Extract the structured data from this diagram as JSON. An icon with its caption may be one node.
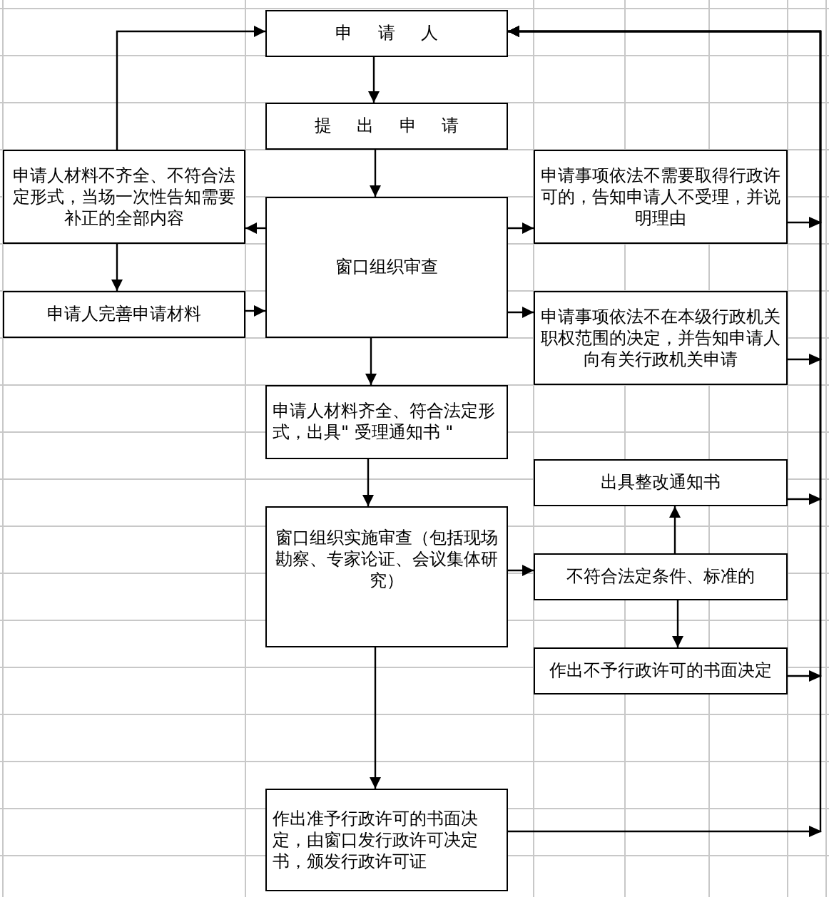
{
  "diagram": {
    "nodes": [
      {
        "text": [
          "申 请 人"
        ]
      },
      {
        "text": [
          "提 出 申 请"
        ]
      },
      {
        "text": [
          "申请人材料不齐全、不符合法定形式，当场一次性告知需要补正的全部内容"
        ]
      },
      {
        "text": [
          "窗口组织审查"
        ]
      },
      {
        "text": [
          "申请事项依法不需要取得行政许可的，告知申请人不受理，并说明理由"
        ]
      },
      {
        "text": [
          "申请人完善申请材料"
        ]
      },
      {
        "text": [
          "申请事项依法不在本级行政机关职权范围的决定，并告知申请人向有关行政机关申请"
        ]
      },
      {
        "text": [
          "申请人材料齐全、符合法定形式，出具\" 受理通知书 \""
        ]
      },
      {
        "text": [
          "出具整改通知书"
        ]
      },
      {
        "text": [
          "窗口组织实施审查（包括现场勘察、专家论证、会议集体研究）"
        ]
      },
      {
        "text": [
          "不符合法定条件、标准的"
        ]
      },
      {
        "text": [
          "作出不予行政许可的书面决定"
        ]
      },
      {
        "text": [
          "作出准予行政许可的书面决定，由窗口发行政许可决定书，颁发行政许可证"
        ]
      }
    ],
    "edges": [
      {
        "from": 0,
        "to": 1,
        "arrow": "to"
      },
      {
        "from": 1,
        "to": 3,
        "arrow": "to"
      },
      {
        "from": 3,
        "to": 2,
        "arrow": "to"
      },
      {
        "from": 2,
        "to": 0,
        "arrow": "to"
      },
      {
        "from": 2,
        "to": 5,
        "arrow": "to"
      },
      {
        "from": 5,
        "to": 3,
        "arrow": "to"
      },
      {
        "from": 3,
        "to": 4,
        "arrow": "to"
      },
      {
        "from": 3,
        "to": 6,
        "arrow": "to"
      },
      {
        "from": 3,
        "to": 7,
        "arrow": "to"
      },
      {
        "from": 7,
        "to": 9,
        "arrow": "to"
      },
      {
        "from": 9,
        "to": 10,
        "arrow": "to"
      },
      {
        "from": 10,
        "to": 8,
        "arrow": "to"
      },
      {
        "from": 10,
        "to": 11,
        "arrow": "to"
      },
      {
        "from": 9,
        "to": 12,
        "arrow": "to"
      },
      {
        "from": 4,
        "to": 0,
        "arrow": "to"
      },
      {
        "from": 6,
        "to": 0,
        "arrow": "to"
      },
      {
        "from": 8,
        "to": 0,
        "arrow": "to"
      },
      {
        "from": 11,
        "to": 0,
        "arrow": "to"
      },
      {
        "from": 12,
        "to": 0,
        "arrow": "to"
      }
    ]
  }
}
